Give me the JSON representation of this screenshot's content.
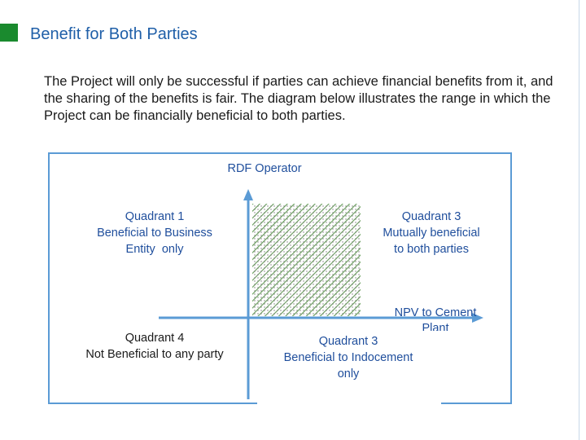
{
  "slide": {
    "title": "Benefit for Both Parties",
    "intro": "The Project will only be successful if parties can achieve financial benefits from it, and the sharing of the benefits is fair. The diagram below illustrates the range in which the Project can be financially beneficial to both parties.",
    "accent_color": "#1a8a2e",
    "title_color": "#1f5fa8"
  },
  "diagram": {
    "y_axis_label": "RDF Operator",
    "x_axis_label_line1": "NPV to Cement",
    "x_axis_label_line2": "Plant",
    "quadrants": [
      {
        "line1": "Quadrant 1",
        "line2": "Beneficial to Business",
        "line3": "Entity  only"
      },
      {
        "line1": "Quadrant 3",
        "line2": "Mutually beneficial",
        "line3": "to both parties"
      },
      {
        "line1": "Quadrant 3",
        "line2": "Beneficial to Indocement",
        "line3": "only"
      },
      {
        "line1": "Quadrant 4",
        "line2": "Not Beneficial to any party"
      }
    ],
    "axis_color": "#5b9bd5",
    "shaded_region_color": "#4a8a3a"
  }
}
